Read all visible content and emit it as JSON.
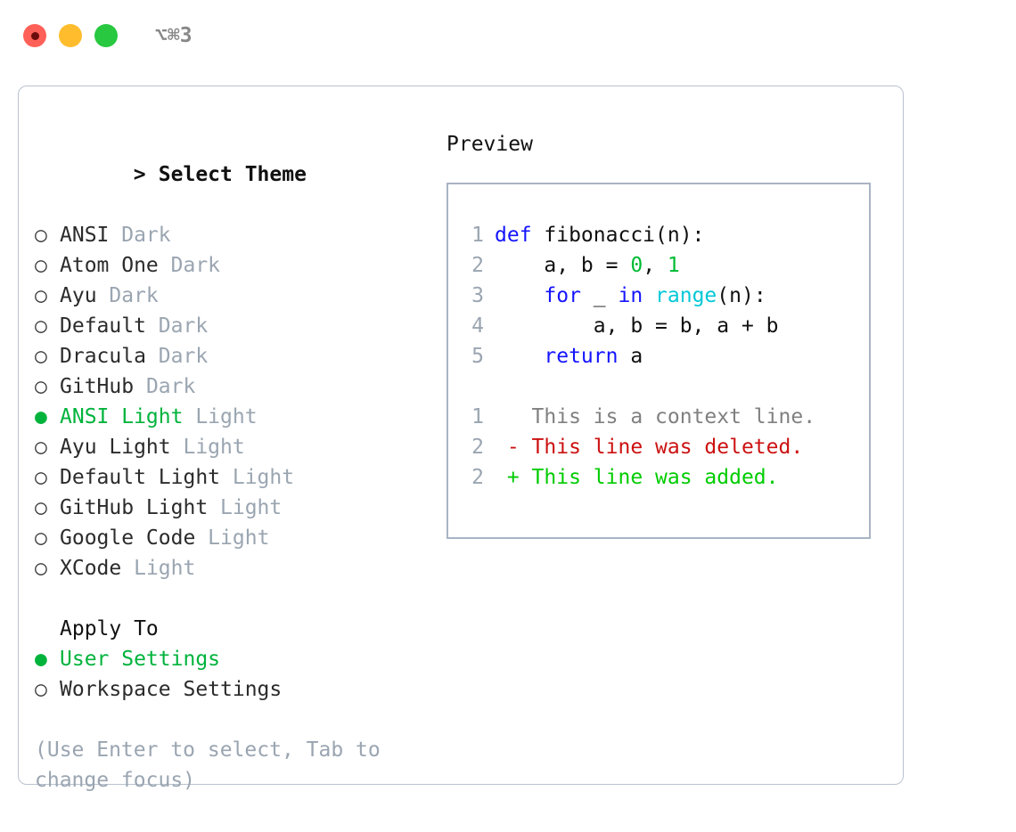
{
  "titlebar": {
    "shortcut": "⌥⌘3",
    "buttons": [
      {
        "name": "close",
        "color": "#ff6058"
      },
      {
        "name": "minimize",
        "color": "#ffbd2e"
      },
      {
        "name": "maximize",
        "color": "#28c840"
      }
    ]
  },
  "theme_list": {
    "header": "Select Theme",
    "caret": ">",
    "marker_selected": "●",
    "marker_unselected": "○",
    "items": [
      {
        "name": "ANSI",
        "variant": "Dark",
        "selected": false
      },
      {
        "name": "Atom One",
        "variant": "Dark",
        "selected": false
      },
      {
        "name": "Ayu",
        "variant": "Dark",
        "selected": false
      },
      {
        "name": "Default",
        "variant": "Dark",
        "selected": false
      },
      {
        "name": "Dracula",
        "variant": "Dark",
        "selected": false
      },
      {
        "name": "GitHub",
        "variant": "Dark",
        "selected": false
      },
      {
        "name": "ANSI Light",
        "variant": "Light",
        "selected": true
      },
      {
        "name": "Ayu Light",
        "variant": "Light",
        "selected": false
      },
      {
        "name": "Default Light",
        "variant": "Light",
        "selected": false
      },
      {
        "name": "GitHub Light",
        "variant": "Light",
        "selected": false
      },
      {
        "name": "Google Code",
        "variant": "Light",
        "selected": false
      },
      {
        "name": "XCode",
        "variant": "Light",
        "selected": false
      }
    ]
  },
  "apply_to": {
    "label": "Apply To",
    "options": [
      {
        "label": "User Settings",
        "selected": true
      },
      {
        "label": "Workspace Settings",
        "selected": false
      }
    ]
  },
  "hint": "(Use Enter to select, Tab to change focus)",
  "preview": {
    "title": "Preview",
    "code": [
      {
        "no": "1",
        "tokens": [
          {
            "t": "def ",
            "c": "kw"
          },
          {
            "t": "fibonacci(n):",
            "c": "id"
          }
        ]
      },
      {
        "no": "2",
        "tokens": [
          {
            "t": "    a, b = ",
            "c": "id"
          },
          {
            "t": "0",
            "c": "num"
          },
          {
            "t": ", ",
            "c": "id"
          },
          {
            "t": "1",
            "c": "num"
          }
        ]
      },
      {
        "no": "3",
        "tokens": [
          {
            "t": "    ",
            "c": "id"
          },
          {
            "t": "for",
            "c": "kw"
          },
          {
            "t": " _ ",
            "c": "id"
          },
          {
            "t": "in",
            "c": "kw"
          },
          {
            "t": " ",
            "c": "id"
          },
          {
            "t": "range",
            "c": "fn"
          },
          {
            "t": "(n):",
            "c": "id"
          }
        ]
      },
      {
        "no": "4",
        "tokens": [
          {
            "t": "        a, b = b, a + b",
            "c": "id"
          }
        ]
      },
      {
        "no": "5",
        "tokens": [
          {
            "t": "    ",
            "c": "id"
          },
          {
            "t": "return",
            "c": "kw"
          },
          {
            "t": " a",
            "c": "id"
          }
        ]
      }
    ],
    "diff": [
      {
        "no": "1",
        "marker": " ",
        "text": " This is a context line.",
        "kind": "context"
      },
      {
        "no": "2",
        "marker": "-",
        "text": " This line was deleted.",
        "kind": "del"
      },
      {
        "no": "2",
        "marker": "+",
        "text": " This line was added.",
        "kind": "add"
      }
    ]
  },
  "colors": {
    "accent_green": "#00b33c",
    "muted": "#9aa5b1",
    "keyword": "#1414ff",
    "function": "#00c8d7",
    "number": "#00bb33",
    "diff_add": "#00cc00",
    "diff_del": "#cc1111",
    "border": "#b9c2cf"
  }
}
